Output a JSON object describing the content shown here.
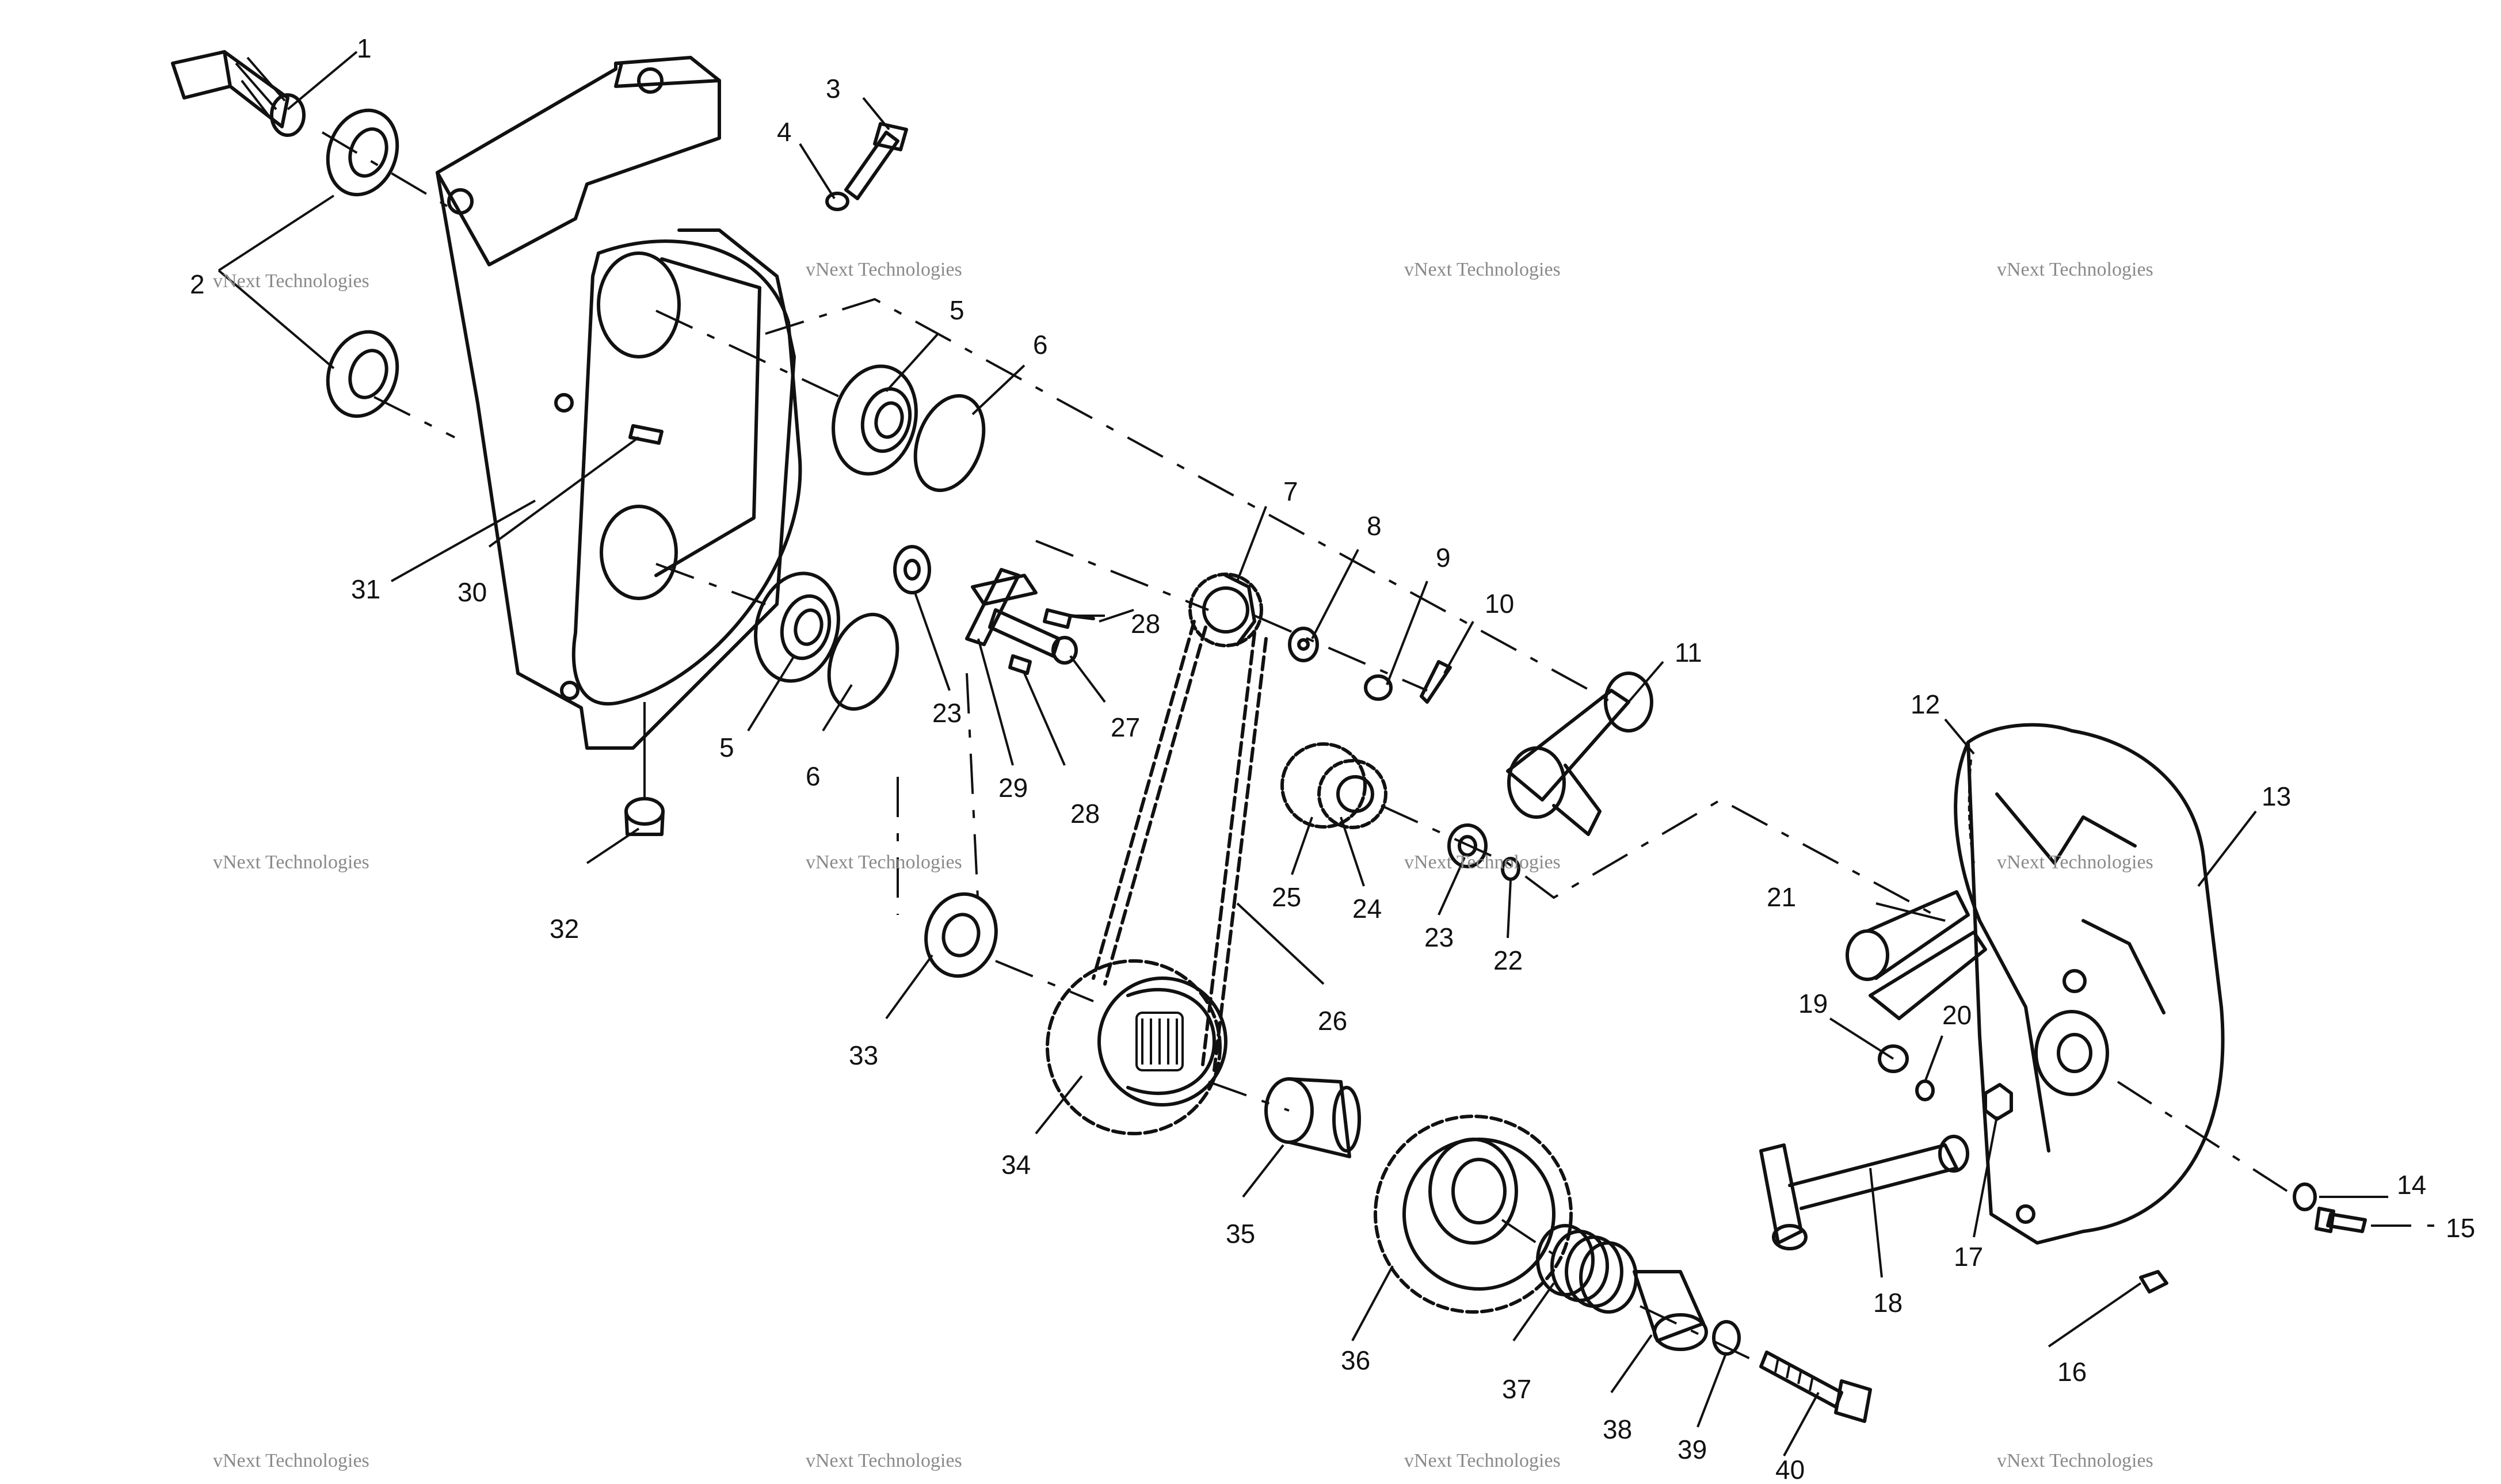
{
  "diagram": {
    "callouts": [
      {
        "id": "1",
        "label": "1"
      },
      {
        "id": "2",
        "label": "2"
      },
      {
        "id": "3",
        "label": "3"
      },
      {
        "id": "4",
        "label": "4"
      },
      {
        "id": "5a",
        "label": "5"
      },
      {
        "id": "5b",
        "label": "5"
      },
      {
        "id": "6a",
        "label": "6"
      },
      {
        "id": "6b",
        "label": "6"
      },
      {
        "id": "7",
        "label": "7"
      },
      {
        "id": "8",
        "label": "8"
      },
      {
        "id": "9",
        "label": "9"
      },
      {
        "id": "10",
        "label": "10"
      },
      {
        "id": "11",
        "label": "11"
      },
      {
        "id": "12",
        "label": "12"
      },
      {
        "id": "13",
        "label": "13"
      },
      {
        "id": "14",
        "label": "14"
      },
      {
        "id": "15",
        "label": "15"
      },
      {
        "id": "16",
        "label": "16"
      },
      {
        "id": "17",
        "label": "17"
      },
      {
        "id": "18",
        "label": "18"
      },
      {
        "id": "19",
        "label": "19"
      },
      {
        "id": "20",
        "label": "20"
      },
      {
        "id": "21",
        "label": "21"
      },
      {
        "id": "22",
        "label": "22"
      },
      {
        "id": "23a",
        "label": "23"
      },
      {
        "id": "23b",
        "label": "23"
      },
      {
        "id": "24",
        "label": "24"
      },
      {
        "id": "25",
        "label": "25"
      },
      {
        "id": "26",
        "label": "26"
      },
      {
        "id": "27",
        "label": "27"
      },
      {
        "id": "28a",
        "label": "28"
      },
      {
        "id": "28b",
        "label": "28"
      },
      {
        "id": "29",
        "label": "29"
      },
      {
        "id": "30",
        "label": "30"
      },
      {
        "id": "31",
        "label": "31"
      },
      {
        "id": "32",
        "label": "32"
      },
      {
        "id": "33",
        "label": "33"
      },
      {
        "id": "34",
        "label": "34"
      },
      {
        "id": "35",
        "label": "35"
      },
      {
        "id": "36",
        "label": "36"
      },
      {
        "id": "37",
        "label": "37"
      },
      {
        "id": "38",
        "label": "38"
      },
      {
        "id": "39",
        "label": "39"
      },
      {
        "id": "40",
        "label": "40"
      }
    ]
  },
  "watermark": {
    "line1": "vNext Technologies",
    "line2": "vNext Technologies"
  }
}
